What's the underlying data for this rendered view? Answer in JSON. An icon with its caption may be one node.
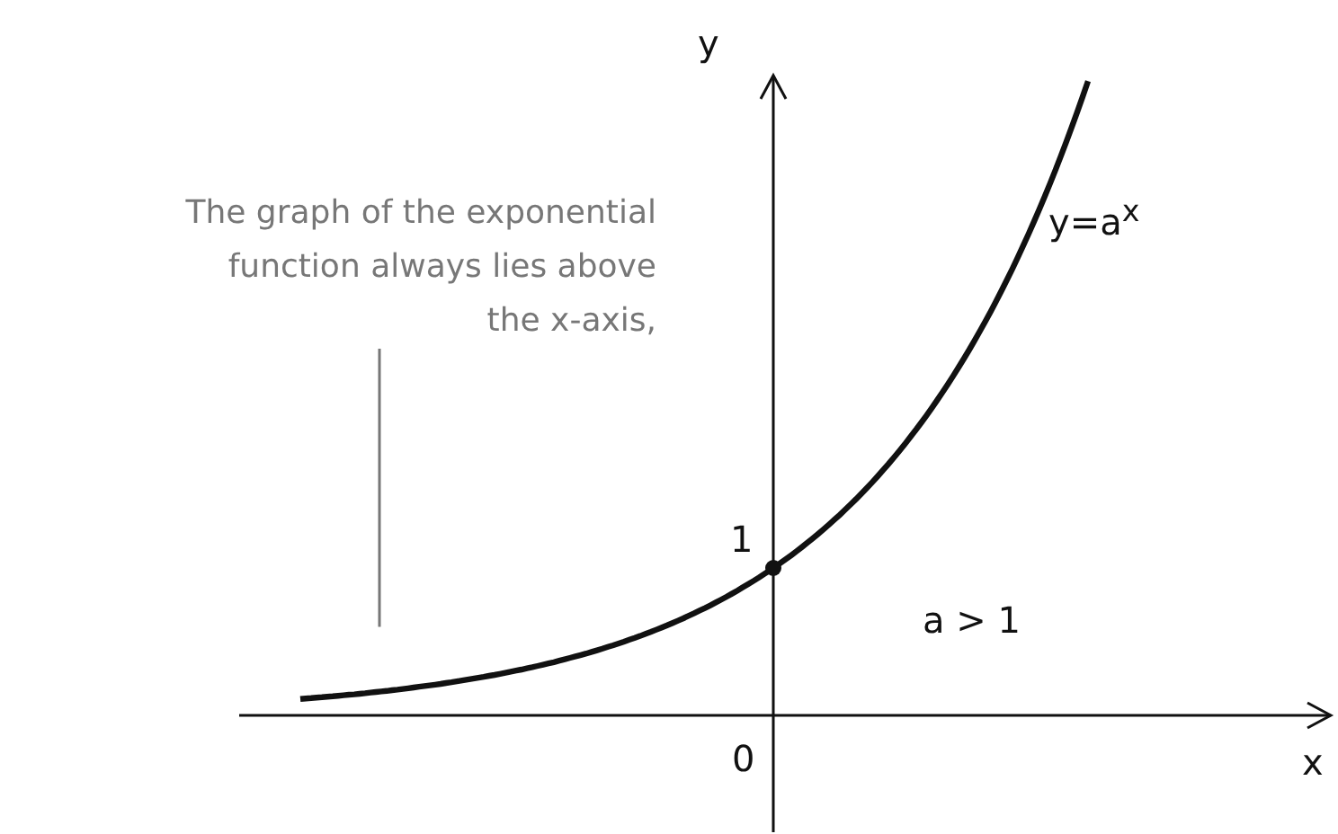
{
  "diagram": {
    "nodes": [
      {
        "text": [
          "The graph of the exponential function always lies above the x-axis,"
        ]
      },
      {
        "text": [],
        "shape": "curve"
      }
    ],
    "edges": [
      {
        "from": 0,
        "to": 1,
        "arrow": "none"
      }
    ],
    "labels": [
      "y",
      "y=a$^{x}$",
      "1",
      "a > 1",
      "0",
      "x"
    ]
  }
}
